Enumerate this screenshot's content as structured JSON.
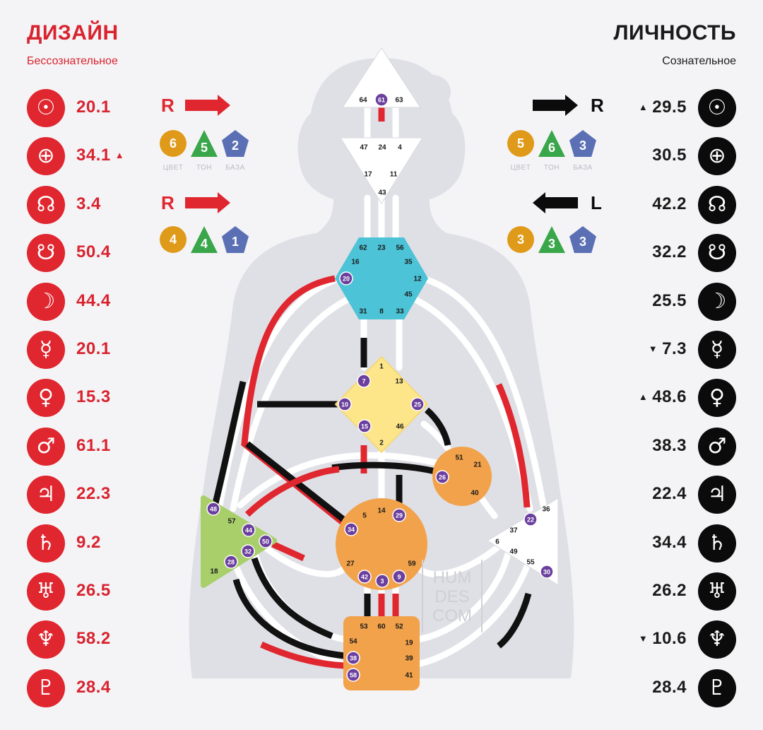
{
  "design": {
    "title": "ДИЗАЙН",
    "subtitle": "Бессознательное",
    "color": "#e0262f",
    "planets": [
      {
        "icon": "sun-icon",
        "glyph": "☉",
        "value": "20.1",
        "marker": ""
      },
      {
        "icon": "earth-icon",
        "glyph": "⊕",
        "value": "34.1",
        "marker": "▲"
      },
      {
        "icon": "north-node-icon",
        "glyph": "☊",
        "value": "3.4",
        "marker": ""
      },
      {
        "icon": "south-node-icon",
        "glyph": "☋",
        "value": "50.4",
        "marker": ""
      },
      {
        "icon": "moon-icon",
        "glyph": "☽",
        "value": "44.4",
        "marker": ""
      },
      {
        "icon": "mercury-icon",
        "glyph": "☿",
        "value": "20.1",
        "marker": ""
      },
      {
        "icon": "venus-icon",
        "glyph": "♀",
        "value": "15.3",
        "marker": ""
      },
      {
        "icon": "mars-icon",
        "glyph": "♂",
        "value": "61.1",
        "marker": ""
      },
      {
        "icon": "jupiter-icon",
        "glyph": "♃",
        "value": "22.3",
        "marker": ""
      },
      {
        "icon": "saturn-icon",
        "glyph": "♄",
        "value": "9.2",
        "marker": ""
      },
      {
        "icon": "uranus-icon",
        "glyph": "♅",
        "value": "26.5",
        "marker": ""
      },
      {
        "icon": "neptune-icon",
        "glyph": "♆",
        "value": "58.2",
        "marker": ""
      },
      {
        "icon": "pluto-icon",
        "glyph": "♇",
        "value": "28.4",
        "marker": ""
      }
    ],
    "variables": [
      {
        "direction": "R",
        "arrow": "right",
        "color": "6",
        "tone": "5",
        "base": "2"
      },
      {
        "direction": "R",
        "arrow": "right",
        "color": "4",
        "tone": "4",
        "base": "1"
      }
    ]
  },
  "personality": {
    "title": "ЛИЧНОСТЬ",
    "subtitle": "Сознательное",
    "color": "#0b0b0b",
    "planets": [
      {
        "icon": "sun-icon",
        "glyph": "☉",
        "value": "29.5",
        "marker": "▲"
      },
      {
        "icon": "earth-icon",
        "glyph": "⊕",
        "value": "30.5",
        "marker": ""
      },
      {
        "icon": "north-node-icon",
        "glyph": "☊",
        "value": "42.2",
        "marker": ""
      },
      {
        "icon": "south-node-icon",
        "glyph": "☋",
        "value": "32.2",
        "marker": ""
      },
      {
        "icon": "moon-icon",
        "glyph": "☽",
        "value": "25.5",
        "marker": ""
      },
      {
        "icon": "mercury-icon",
        "glyph": "☿",
        "value": "7.3",
        "marker": "▼"
      },
      {
        "icon": "venus-icon",
        "glyph": "♀",
        "value": "48.6",
        "marker": "▲"
      },
      {
        "icon": "mars-icon",
        "glyph": "♂",
        "value": "38.3",
        "marker": ""
      },
      {
        "icon": "jupiter-icon",
        "glyph": "♃",
        "value": "22.4",
        "marker": ""
      },
      {
        "icon": "saturn-icon",
        "glyph": "♄",
        "value": "34.4",
        "marker": ""
      },
      {
        "icon": "uranus-icon",
        "glyph": "♅",
        "value": "26.2",
        "marker": ""
      },
      {
        "icon": "neptune-icon",
        "glyph": "♆",
        "value": "10.6",
        "marker": "▼"
      },
      {
        "icon": "pluto-icon",
        "glyph": "♇",
        "value": "28.4",
        "marker": ""
      }
    ],
    "variables": [
      {
        "direction": "R",
        "arrow": "right",
        "color": "5",
        "tone": "6",
        "base": "3"
      },
      {
        "direction": "L",
        "arrow": "left",
        "color": "3",
        "tone": "3",
        "base": "3"
      }
    ]
  },
  "variable_labels": {
    "color": "ЦВЕТ",
    "tone": "ТОН",
    "base": "БАЗА"
  },
  "watermark": [
    "HUM",
    "DES",
    "COM"
  ],
  "centers": {
    "head": {
      "color": "#ffffff",
      "gates": [
        "64",
        "61",
        "63"
      ]
    },
    "ajna": {
      "color": "#ffffff",
      "gates": [
        "47",
        "24",
        "4",
        "17",
        "11",
        "43"
      ]
    },
    "throat": {
      "color": "#4cc3d6",
      "gates": [
        "62",
        "23",
        "56",
        "16",
        "35",
        "20",
        "12",
        "45",
        "31",
        "8",
        "33"
      ]
    },
    "g": {
      "color": "#fde68a",
      "gates": [
        "1",
        "7",
        "13",
        "10",
        "25",
        "15",
        "46",
        "2"
      ]
    },
    "heart": {
      "color": "#f2a24a",
      "gates": [
        "51",
        "21",
        "26",
        "40"
      ]
    },
    "spleen": {
      "color": "#a8cf6a",
      "gates": [
        "48",
        "57",
        "44",
        "50",
        "32",
        "28",
        "18"
      ]
    },
    "sacral": {
      "color": "#f2a24a",
      "gates": [
        "5",
        "14",
        "29",
        "34",
        "27",
        "59",
        "42",
        "3",
        "9"
      ]
    },
    "solar_plexus": {
      "color": "#ffffff",
      "gates": [
        "36",
        "22",
        "37",
        "6",
        "49",
        "55",
        "30"
      ]
    },
    "root": {
      "color": "#f2a24a",
      "gates": [
        "53",
        "60",
        "52",
        "54",
        "19",
        "38",
        "39",
        "58",
        "41"
      ]
    }
  },
  "activated_gates": [
    "61",
    "20",
    "7",
    "10",
    "25",
    "15",
    "26",
    "48",
    "44",
    "50",
    "32",
    "28",
    "34",
    "29",
    "42",
    "3",
    "9",
    "22",
    "30",
    "38",
    "58"
  ]
}
